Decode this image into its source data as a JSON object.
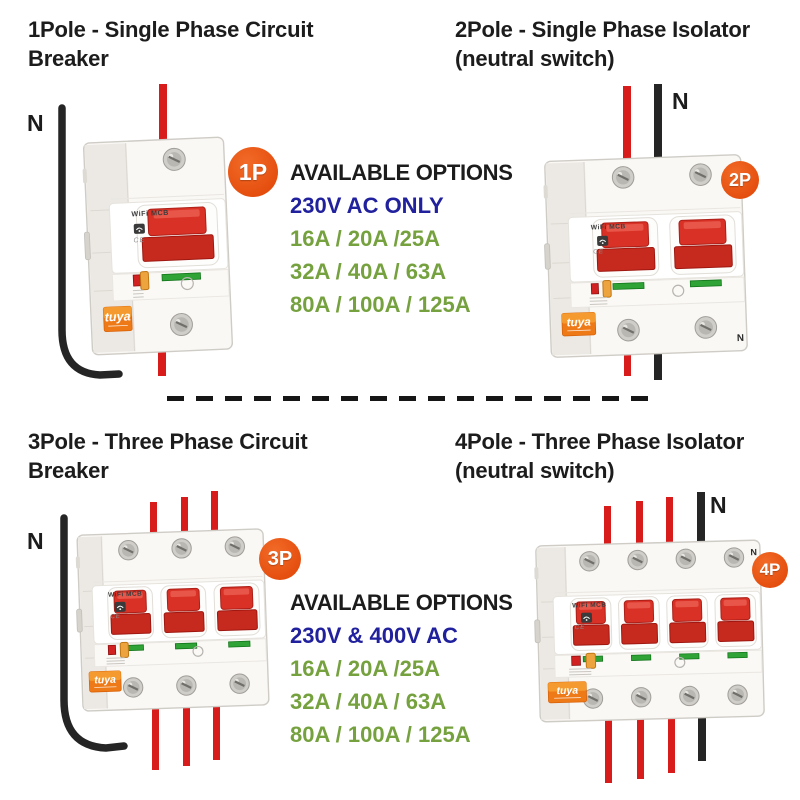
{
  "colors": {
    "wire_red": "#D81B1B",
    "wire_black": "#252525",
    "badge_orange": "#E5510F",
    "voltage_blue": "#21219E",
    "amp_green": "#75A13E",
    "title_black": "#1C1C1C"
  },
  "sections": [
    {
      "id": "1p",
      "title_lines": [
        "1Pole - Single Phase Circuit",
        "Breaker"
      ],
      "badge": "1P",
      "neutral_label": "N",
      "poles": 1
    },
    {
      "id": "2p",
      "title_lines": [
        "2Pole - Single Phase Isolator",
        "(neutral switch)"
      ],
      "badge": "2P",
      "neutral_label": "N",
      "poles": 2
    },
    {
      "id": "3p",
      "title_lines": [
        "3Pole - Three Phase Circuit",
        "Breaker"
      ],
      "badge": "3P",
      "neutral_label": "N",
      "poles": 3
    },
    {
      "id": "4p",
      "title_lines": [
        "4Pole - Three Phase Isolator",
        "(neutral switch)"
      ],
      "badge": "4P",
      "neutral_label": "N",
      "poles": 4
    }
  ],
  "options_single_phase": {
    "heading": "AVAILABLE OPTIONS",
    "voltage": "230V AC ONLY",
    "amp_rows": [
      "16A / 20A /25A",
      "32A / 40A / 63A",
      "80A / 100A / 125A"
    ]
  },
  "options_three_phase": {
    "heading": "AVAILABLE OPTIONS",
    "voltage": "230V & 400V AC",
    "amp_rows": [
      "16A / 20A /25A",
      "32A / 40A / 63A",
      "80A / 100A / 125A"
    ]
  },
  "breaker_face": {
    "brand": "WiFi MCB",
    "ce_mark": "CE",
    "logo": "tuya",
    "terminal_n": "N"
  }
}
